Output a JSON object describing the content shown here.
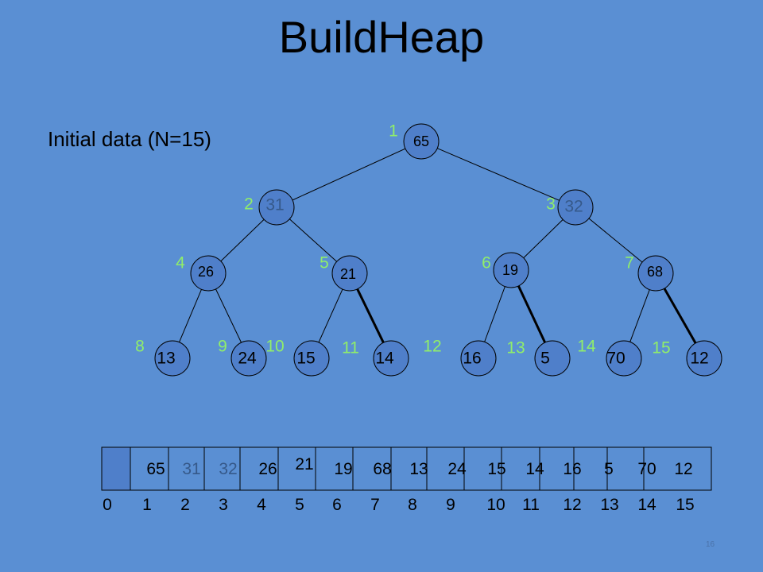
{
  "slide": {
    "title": "BuildHeap",
    "subtitle": "Initial data (N=15)",
    "slide_number": "16"
  },
  "colors": {
    "background": "#5a8fd3",
    "node_fill": "#4f7fca",
    "position_label": "#90ee6a",
    "unchanged_value": "#000000",
    "root_children_value": "#36598a"
  },
  "tree": {
    "positions": [
      "1",
      "2",
      "3",
      "4",
      "5",
      "6",
      "7",
      "8",
      "9",
      "10",
      "11",
      "12",
      "13",
      "14",
      "15"
    ],
    "values": [
      "65",
      "31",
      "32",
      "26",
      "21",
      "19",
      "68",
      "13",
      "24",
      "15",
      "14",
      "16",
      "5",
      "70",
      "12"
    ]
  },
  "array": {
    "cells": [
      "",
      "65",
      "31",
      "32",
      "26",
      "21",
      "19",
      "68",
      "13",
      "24",
      "15",
      "14",
      "16",
      "5",
      "70",
      "12"
    ],
    "indices": [
      "0",
      "1",
      "2",
      "3",
      "4",
      "5",
      "6",
      "7",
      "8",
      "9",
      "10",
      "11",
      "12",
      "13",
      "14",
      "15"
    ]
  }
}
